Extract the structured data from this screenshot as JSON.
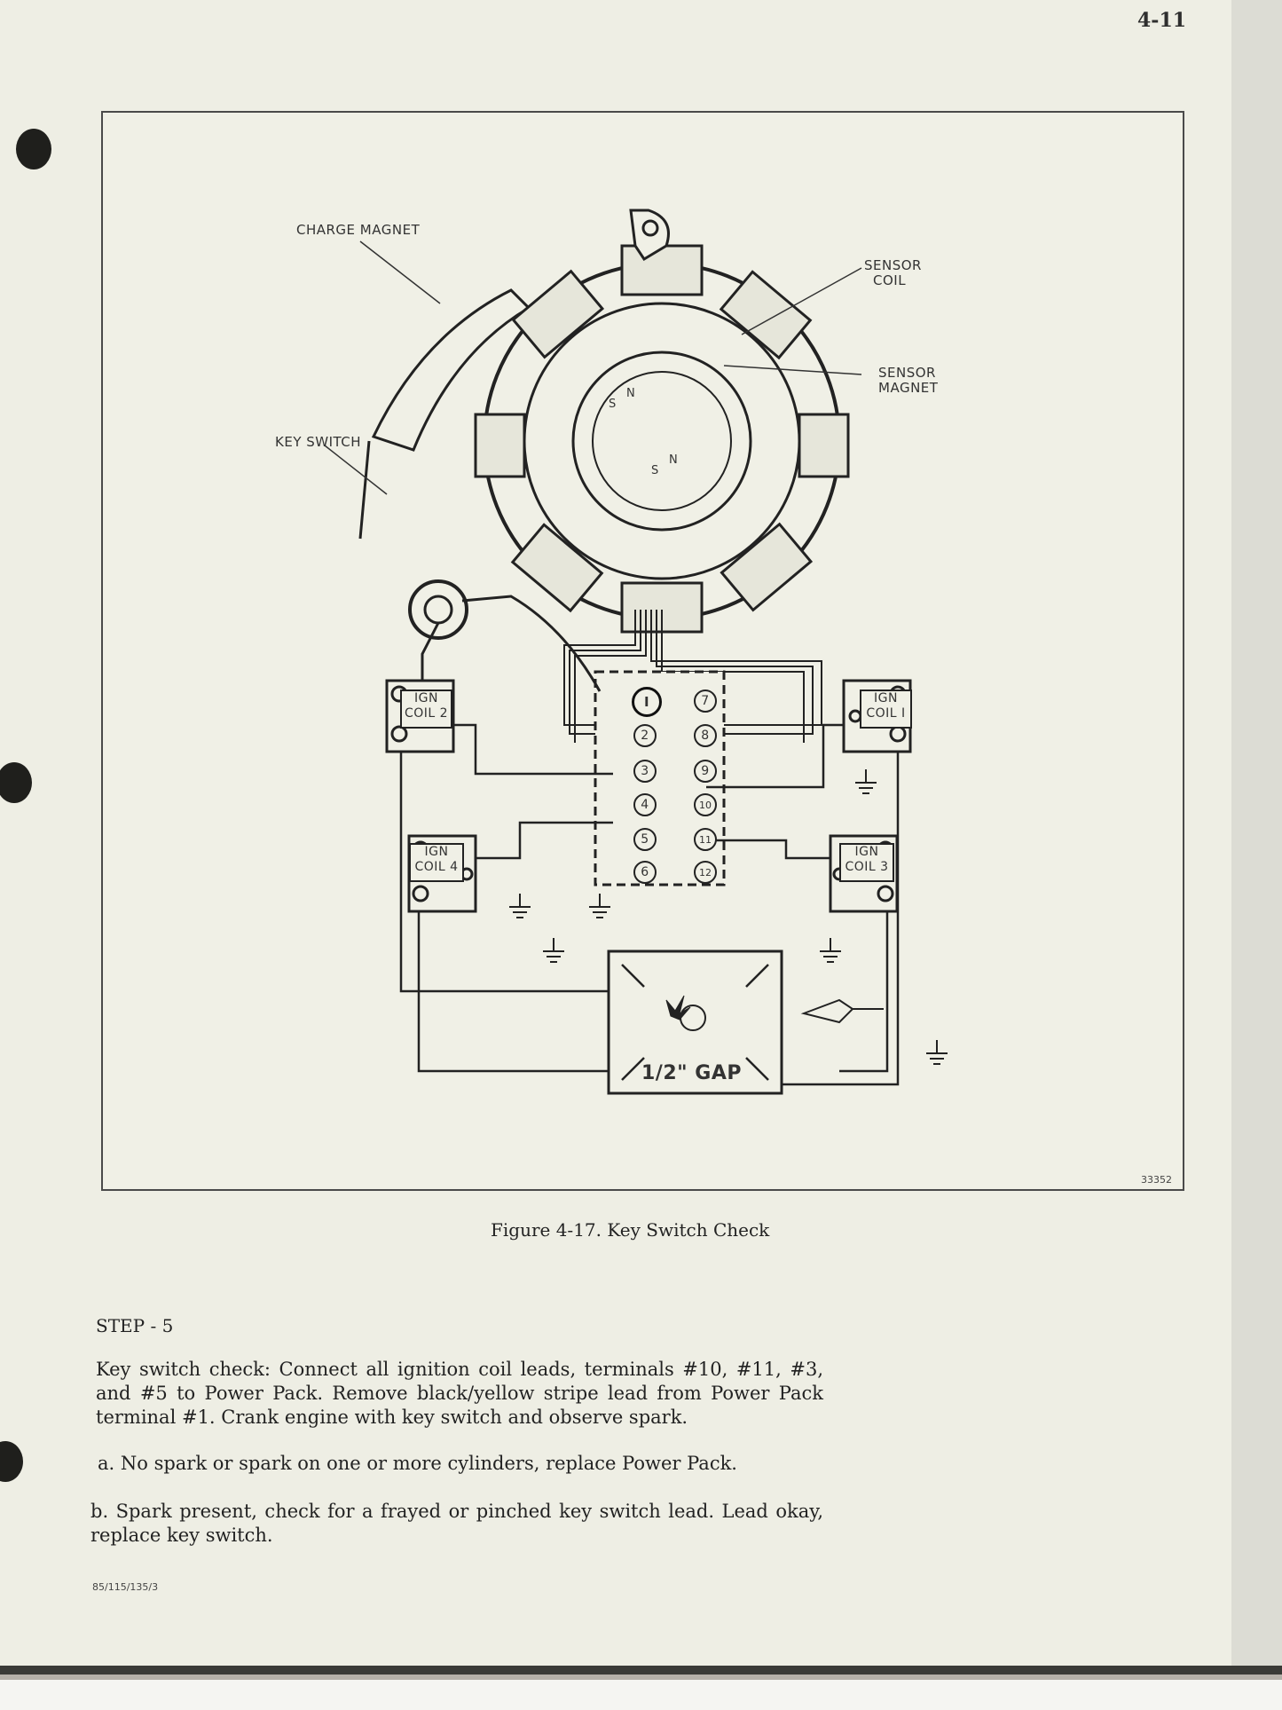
{
  "page": {
    "number": "4-11",
    "footer_code": "85/115/135/3"
  },
  "figure": {
    "labels": {
      "charge_magnet": "CHARGE MAGNET",
      "sensor_coil_1": "SENSOR",
      "sensor_coil_2": "COIL",
      "sensor_magnet_1": "SENSOR",
      "sensor_magnet_2": "MAGNET",
      "key_switch": "KEY SWITCH",
      "gap": "1/2\" GAP"
    },
    "coils": [
      {
        "line1": "IGN",
        "line2": "COIL 2"
      },
      {
        "line1": "IGN",
        "line2": "COIL I"
      },
      {
        "line1": "IGN",
        "line2": "COIL 4"
      },
      {
        "line1": "IGN",
        "line2": "COIL 3"
      }
    ],
    "terminals": [
      "I",
      "2",
      "3",
      "4",
      "5",
      "6",
      "7",
      "8",
      "9",
      "10",
      "11",
      "12"
    ],
    "magnet_marks": {
      "s": "S",
      "n": "N"
    },
    "figure_id": "33352",
    "caption": "Figure 4-17. Key Switch Check"
  },
  "text": {
    "step_title": "STEP - 5",
    "paragraph_main": "Key switch check: Connect all ignition coil leads, terminals #10, #11, #3, and #5 to Power Pack. Remove black/yellow stripe lead from Power Pack terminal #1. Crank engine with key switch and observe spark.",
    "item_a": "a. No spark or spark on one or more cylinders, replace Power Pack.",
    "item_b": "b. Spark present, check for a frayed or pinched key switch lead. Lead okay, replace key switch."
  }
}
